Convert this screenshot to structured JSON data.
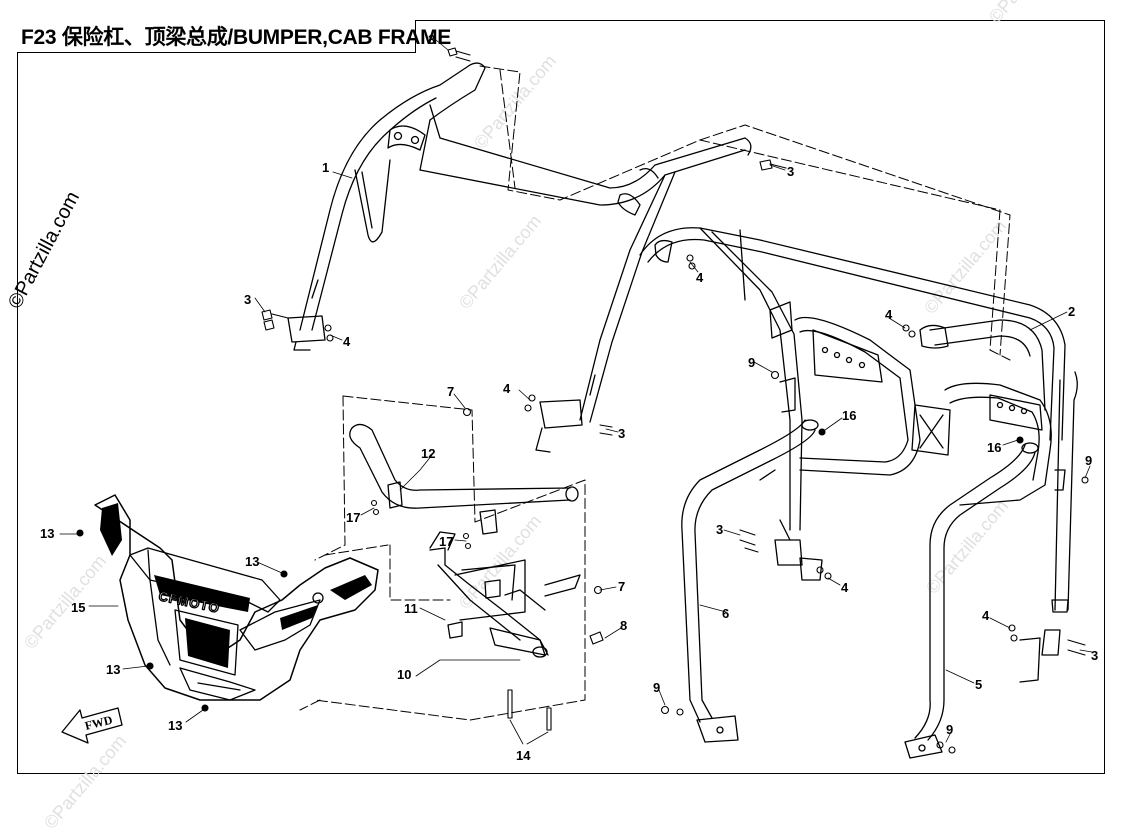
{
  "title": "F23 保险杠、顶梁总成/BUMPER,CAB FRAME",
  "watermark": "©Partzilla.com",
  "logo_text": "CFMOTO",
  "direction_label": "FWD",
  "callouts": {
    "c1": "1",
    "c2": "2",
    "c3a": "3",
    "c3b": "3",
    "c3c": "3",
    "c3d": "3",
    "c3e": "3",
    "c3f": "3",
    "c4a": "4",
    "c4b": "4",
    "c4c": "4",
    "c4d": "4",
    "c4e": "4",
    "c4f": "4",
    "c5": "5",
    "c6": "6",
    "c7a": "7",
    "c7b": "7",
    "c8": "8",
    "c9a": "9",
    "c9b": "9",
    "c9c": "9",
    "c9d": "9",
    "c10": "10",
    "c11": "11",
    "c12": "12",
    "c13a": "13",
    "c13b": "13",
    "c13c": "13",
    "c13d": "13",
    "c14": "14",
    "c15": "15",
    "c16a": "16",
    "c16b": "16",
    "c17a": "17",
    "c17b": "17"
  }
}
